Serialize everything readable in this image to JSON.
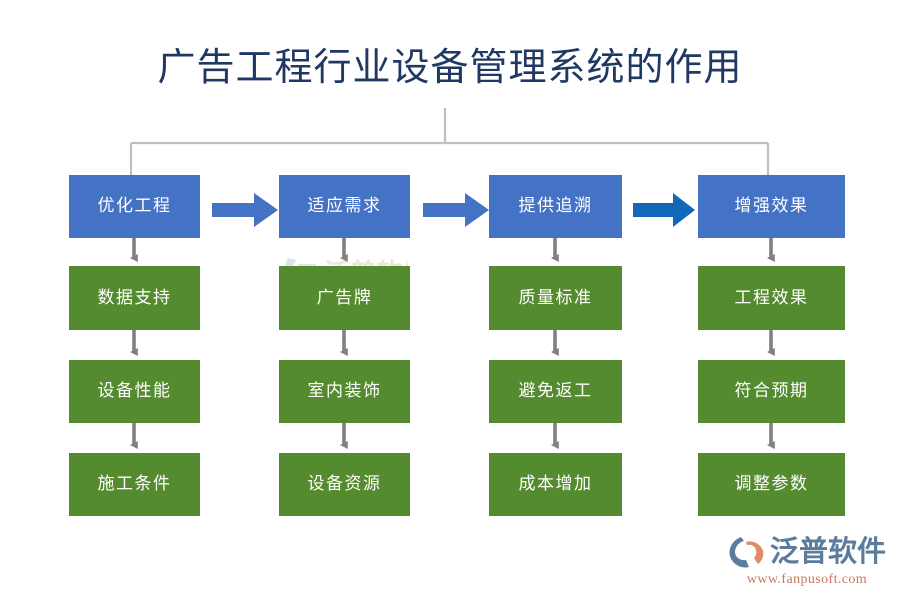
{
  "title": "广告工程行业设备管理系统的作用",
  "colors": {
    "title_text": "#1F3864",
    "stage_box": "#4472C4",
    "detail_box": "#558B2F",
    "flow_arrow": "#4472C4",
    "flow_arrow_accent": "#1367B8",
    "connector_line": "#BFBFBF",
    "down_arrow": "#808080",
    "box_text": "#FFFFFF",
    "brand_name": "#5B7C9D",
    "brand_url": "#C87A5C"
  },
  "columns": [
    {
      "stage": "优化工程",
      "details": [
        "数据支持",
        "设备性能",
        "施工条件"
      ]
    },
    {
      "stage": "适应需求",
      "details": [
        "广告牌",
        "室内装饰",
        "设备资源"
      ]
    },
    {
      "stage": "提供追溯",
      "details": [
        "质量标准",
        "避免返工",
        "成本增加"
      ]
    },
    {
      "stage": "增强效果",
      "details": [
        "工程效果",
        "符合预期",
        "调整参数"
      ]
    }
  ],
  "flow_arrows": [
    {
      "name": "arrow-stage-1-to-2",
      "color": "#4472C4"
    },
    {
      "name": "arrow-stage-2-to-3",
      "color": "#4472C4"
    },
    {
      "name": "arrow-stage-3-to-4",
      "color": "#1367B8"
    }
  ],
  "brand": {
    "name": "泛普软件",
    "url": "www.fanpusoft.com"
  }
}
